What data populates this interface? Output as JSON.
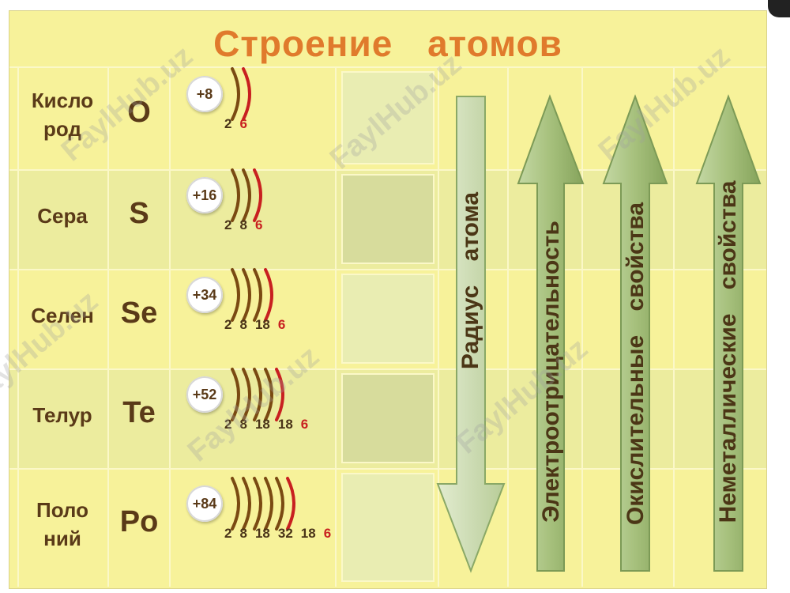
{
  "title": "Строение атомов",
  "elements": [
    {
      "name_lines": [
        "Кисло",
        "род"
      ],
      "symbol": "O",
      "charge": "+8",
      "electrons": [
        "2",
        "6"
      ]
    },
    {
      "name_lines": [
        "Сера"
      ],
      "symbol": "S",
      "charge": "+16",
      "electrons": [
        "2",
        "8",
        "6"
      ]
    },
    {
      "name_lines": [
        "Селен"
      ],
      "symbol": "Se",
      "charge": "+34",
      "electrons": [
        "2",
        "8",
        "18",
        "6"
      ]
    },
    {
      "name_lines": [
        "Телур"
      ],
      "symbol": "Te",
      "charge": "+52",
      "electrons": [
        "2",
        "8",
        "18",
        "18",
        "6"
      ]
    },
    {
      "name_lines": [
        "Поло",
        "ний"
      ],
      "symbol": "Po",
      "charge": "+84",
      "electrons": [
        "2",
        "8",
        "18",
        "32",
        "18",
        "6"
      ]
    }
  ],
  "arrows": [
    {
      "label": "Радиус атома",
      "direction": "down"
    },
    {
      "label": "Электроотрицательность",
      "direction": "up"
    },
    {
      "label": "Окислительные свойства",
      "direction": "up"
    },
    {
      "label": "Неметаллические свойства",
      "direction": "up"
    }
  ],
  "watermark": "FaylHub.uz",
  "colors": {
    "title": "#e07a2c",
    "arrow_fill": "#9cb870",
    "last_shell": "#c82020",
    "shell": "#7a4a12"
  }
}
